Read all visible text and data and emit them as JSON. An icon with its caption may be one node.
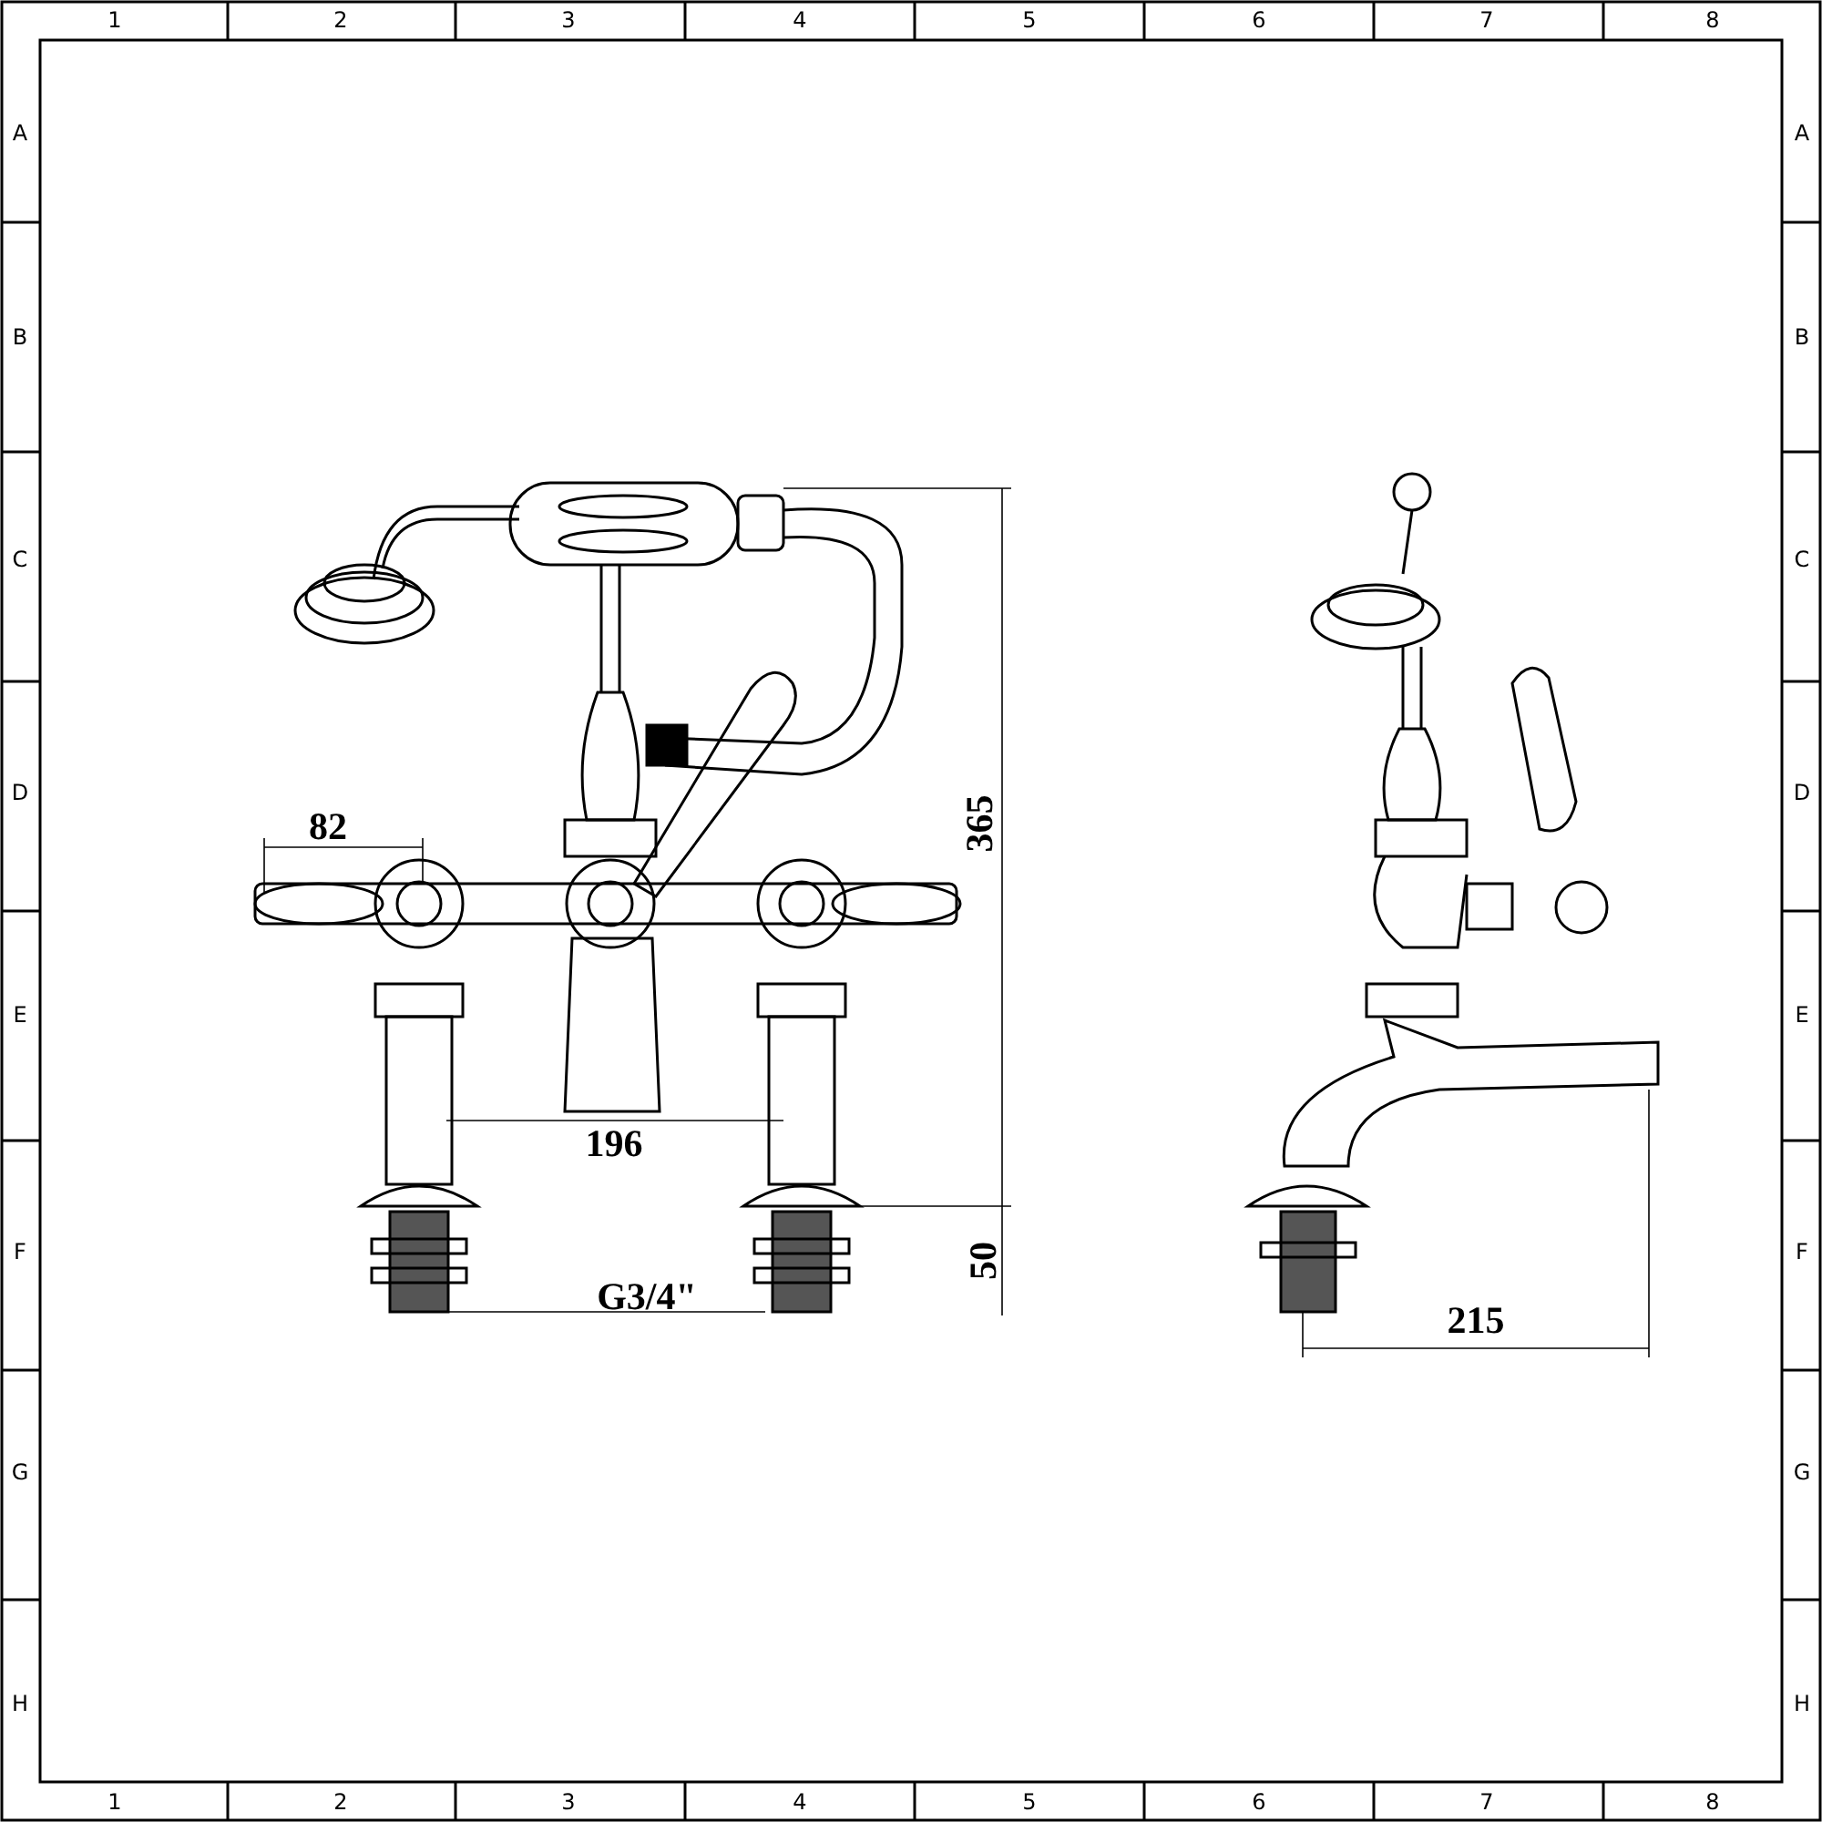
{
  "diagram": {
    "labels": [
      "1",
      "2",
      "3",
      "4",
      "5",
      "6",
      "7",
      "8",
      "A",
      "A",
      "B",
      "B",
      "C",
      "C",
      "D",
      "82",
      "365",
      "D",
      "E",
      "E",
      "F",
      "196",
      "50",
      "G3/4\"",
      "215",
      "F",
      "G",
      "G",
      "H",
      "H",
      "1",
      "2",
      "3",
      "4",
      "5",
      "6",
      "7",
      "8"
    ]
  }
}
